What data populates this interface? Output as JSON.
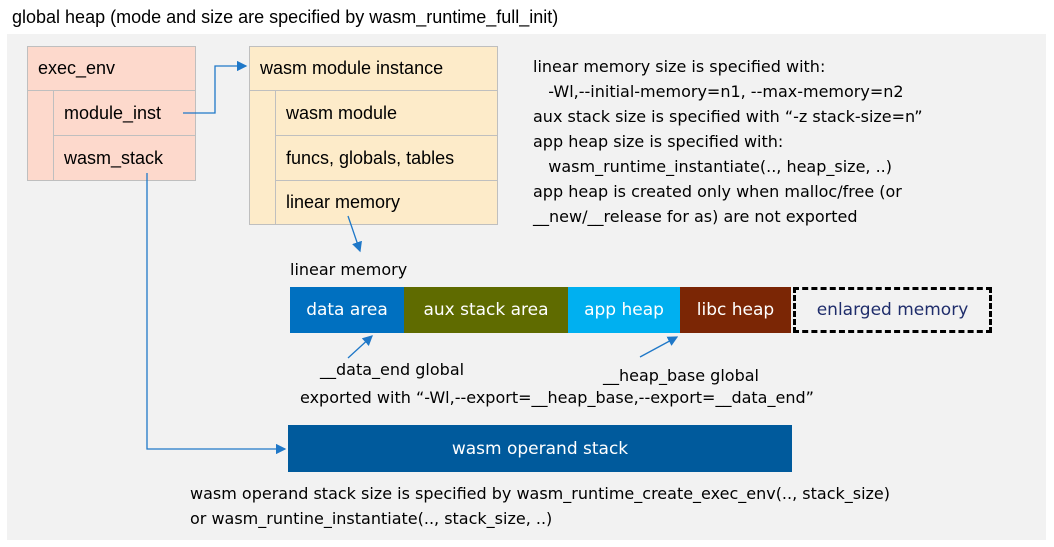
{
  "title": "global heap (mode and size are specified by wasm_runtime_full_init)",
  "exec_env": {
    "header": "exec_env",
    "fields": [
      "module_inst",
      "wasm_stack"
    ]
  },
  "module_instance": {
    "header": "wasm module instance",
    "fields": [
      "wasm module",
      "funcs, globals, tables",
      "linear memory"
    ]
  },
  "notes": [
    "linear memory size is specified with:",
    "   -Wl,--initial-memory=n1, --max-memory=n2",
    "aux stack size is specified with “-z stack-size=n”",
    "app heap size is specified with:",
    "   wasm_runtime_instantiate(.., heap_size, ..)",
    "app heap is created only when malloc/free (or",
    "__new/__release for as) are not exported"
  ],
  "linear_memory": {
    "label": "linear memory",
    "segments": [
      {
        "label": "data area",
        "color": "#0070c0"
      },
      {
        "label": "aux stack area",
        "color": "#5f6b00"
      },
      {
        "label": "app heap",
        "color": "#00b0f0"
      },
      {
        "label": "libc heap",
        "color": "#7b2605"
      },
      {
        "label": "enlarged memory",
        "color": "#1f2d6b"
      }
    ]
  },
  "data_end_label": "__data_end global",
  "heap_base_label": "__heap_base global",
  "export_note": "exported with “-Wl,--export=__heap_base,--export=__data_end”",
  "operand_stack": {
    "label": "wasm operand stack",
    "color": "#005a9c"
  },
  "stack_notes": [
    "wasm operand stack size is specified by wasm_runtime_create_exec_env(.., stack_size)",
    "or wasm_runtine_instantiate(.., stack_size, ..)"
  ],
  "arrow_color": "#1f78c8"
}
